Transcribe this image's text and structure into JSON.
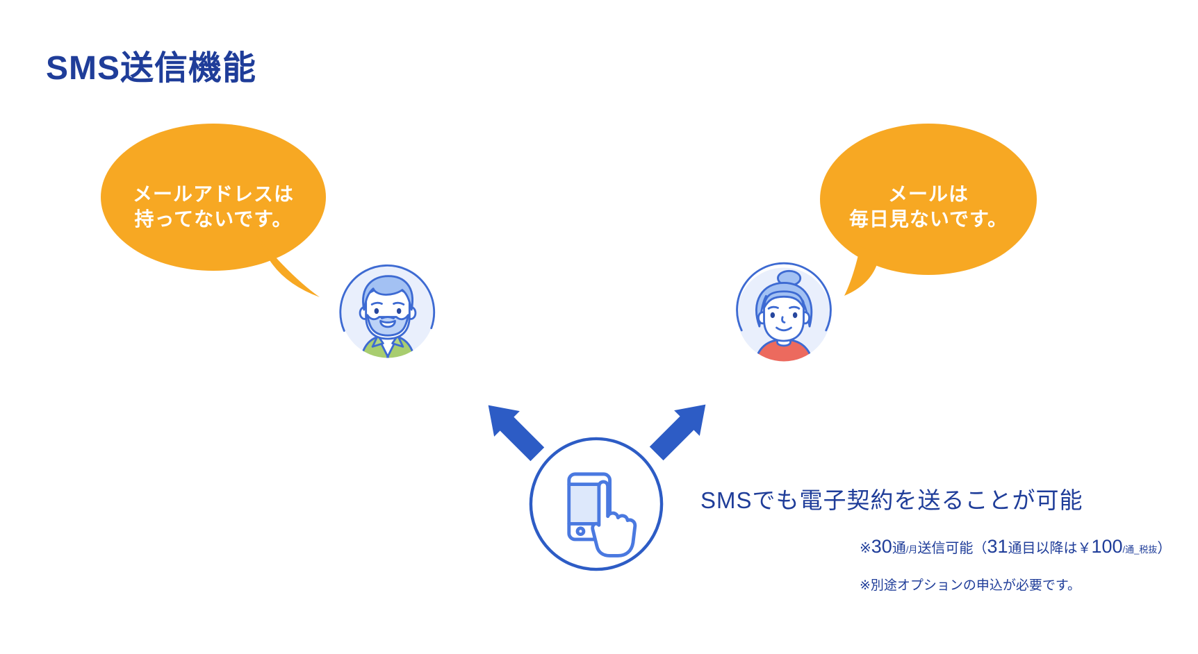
{
  "title": "SMS送信機能",
  "bubbles": {
    "left": {
      "line1": "メールアドレスは",
      "line2": "持ってないです。"
    },
    "right": {
      "line1": "メールは",
      "line2": "毎日見ないです。"
    }
  },
  "center": {
    "headline": "SMSでも電子契約を送ることが可能"
  },
  "notes": {
    "limit": {
      "seg1": "※",
      "seg2": "30",
      "seg3": "通",
      "seg4": "/月",
      "seg5": "送信可能（",
      "seg6": "31",
      "seg7": "通目以降は￥",
      "seg8": "100",
      "seg9": "/通_税抜",
      "seg10": "）"
    },
    "option": "※別途オプションの申込が必要です。"
  },
  "icons": {
    "left_avatar": "elderly-man-avatar",
    "right_avatar": "elderly-woman-avatar",
    "phone": "smartphone-tap-icon",
    "arrow_left": "arrow-up-left",
    "arrow_right": "arrow-up-right"
  },
  "colors": {
    "heading_text": "#1f3d99",
    "bubble_fill": "#f7a823",
    "bubble_text": "#ffffff",
    "arrow_blue": "#2d5cc5",
    "line_art_stroke": "#3d6ad2",
    "avatar_background": "#e9effc",
    "hair_blue": "#a3c1f3",
    "shirt_green": "#a8cd6f",
    "shirt_red": "#ec6a5e"
  }
}
